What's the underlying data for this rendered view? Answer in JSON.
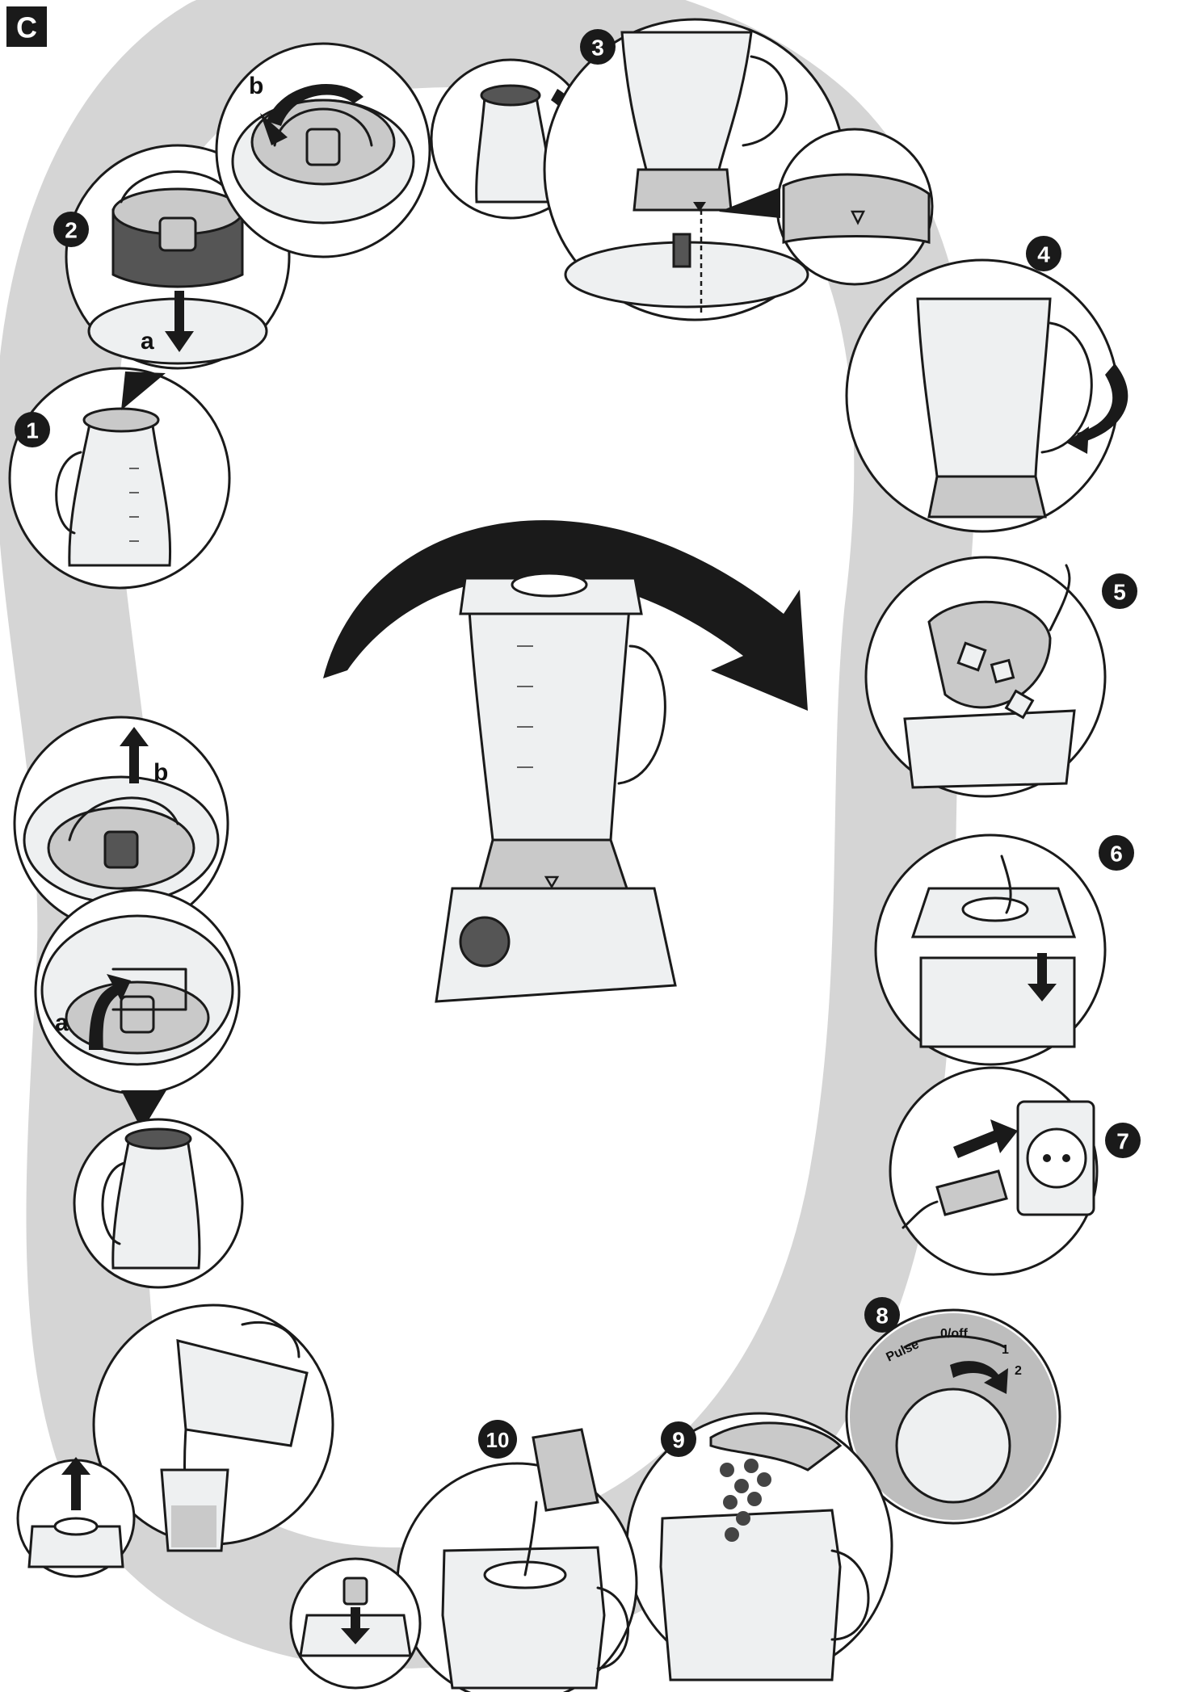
{
  "figure_letter": "C",
  "step_numbers": [
    "1",
    "2",
    "3",
    "4",
    "5",
    "6",
    "7",
    "8",
    "9",
    "10"
  ],
  "sub_labels": {
    "a": "a",
    "b": "b"
  },
  "dial": {
    "pulse": "Pulse",
    "off": "0/off",
    "one": "1",
    "two": "2"
  },
  "colors": {
    "band": "#d0d0d0",
    "ink": "#1a1a1a",
    "badge": "#1a1a1a"
  }
}
